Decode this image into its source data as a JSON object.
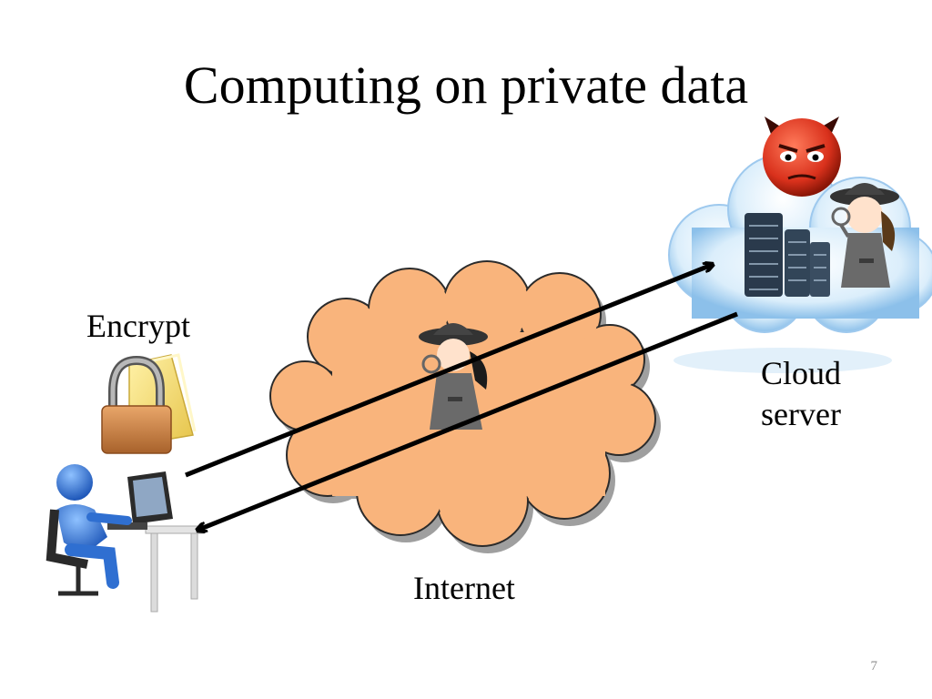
{
  "slide": {
    "title": "Computing on private data",
    "page_number": "7"
  },
  "labels": {
    "encrypt": "Encrypt",
    "cloud_line1": "Cloud",
    "cloud_line2": "server",
    "internet": "Internet"
  },
  "icons": [
    "cloud-server-icon",
    "server-rack-icon",
    "devil-face-icon",
    "spy-icon",
    "internet-cloud-icon",
    "locked-folder-icon",
    "user-at-computer-icon"
  ],
  "colors": {
    "internet_cloud": "#f9b47c",
    "cloud_server": "#cfe6f7",
    "devil": "#d9311c",
    "user_figure": "#2f6fd1",
    "arrow": "#000000"
  }
}
